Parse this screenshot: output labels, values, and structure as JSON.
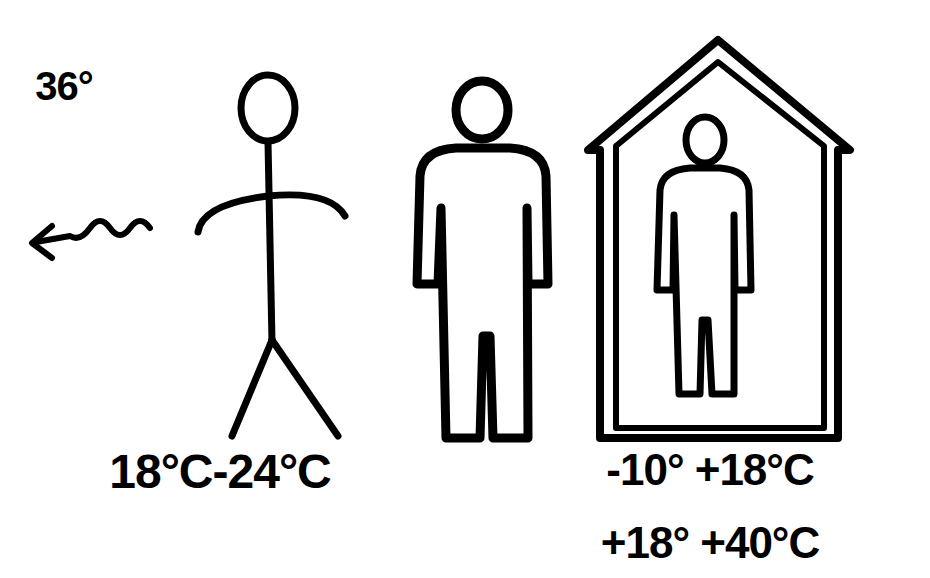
{
  "diagram": {
    "labels": [
      "36°",
      "18°C-24°C",
      "-10° +18°C",
      "+18° +40°C"
    ]
  }
}
